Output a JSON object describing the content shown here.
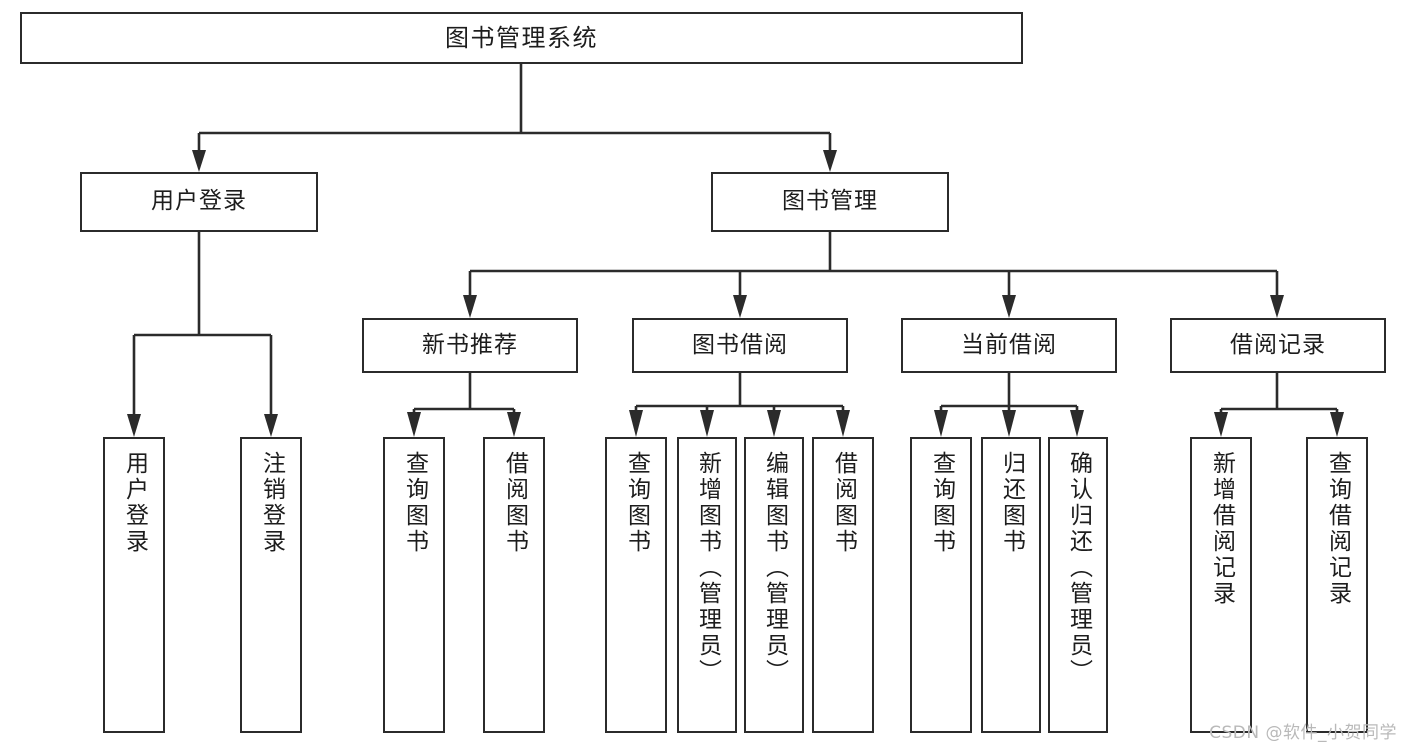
{
  "diagram": {
    "type": "tree",
    "title": "图书管理系统",
    "watermark": "CSDN @软件_小贺同学",
    "stroke_color": "#2b2b2b",
    "background_color": "#ffffff",
    "text_color": "#1d1d1d",
    "root": {
      "label": "图书管理系统",
      "children": [
        {
          "label": "用户登录",
          "children": [
            {
              "label": "用户登录"
            },
            {
              "label": "注销登录"
            }
          ]
        },
        {
          "label": "图书管理",
          "children": [
            {
              "label": "新书推荐",
              "children": [
                {
                  "label": "查询图书"
                },
                {
                  "label": "借阅图书"
                }
              ]
            },
            {
              "label": "图书借阅",
              "children": [
                {
                  "label": "查询图书"
                },
                {
                  "label": "新增图书（管理员）"
                },
                {
                  "label": "编辑图书（管理员）"
                },
                {
                  "label": "借阅图书"
                }
              ]
            },
            {
              "label": "当前借阅",
              "children": [
                {
                  "label": "查询图书"
                },
                {
                  "label": "归还图书"
                },
                {
                  "label": "确认归还（管理员）"
                }
              ]
            },
            {
              "label": "借阅记录",
              "children": [
                {
                  "label": "新增借阅记录"
                },
                {
                  "label": "查询借阅记录"
                }
              ]
            }
          ]
        }
      ]
    }
  }
}
